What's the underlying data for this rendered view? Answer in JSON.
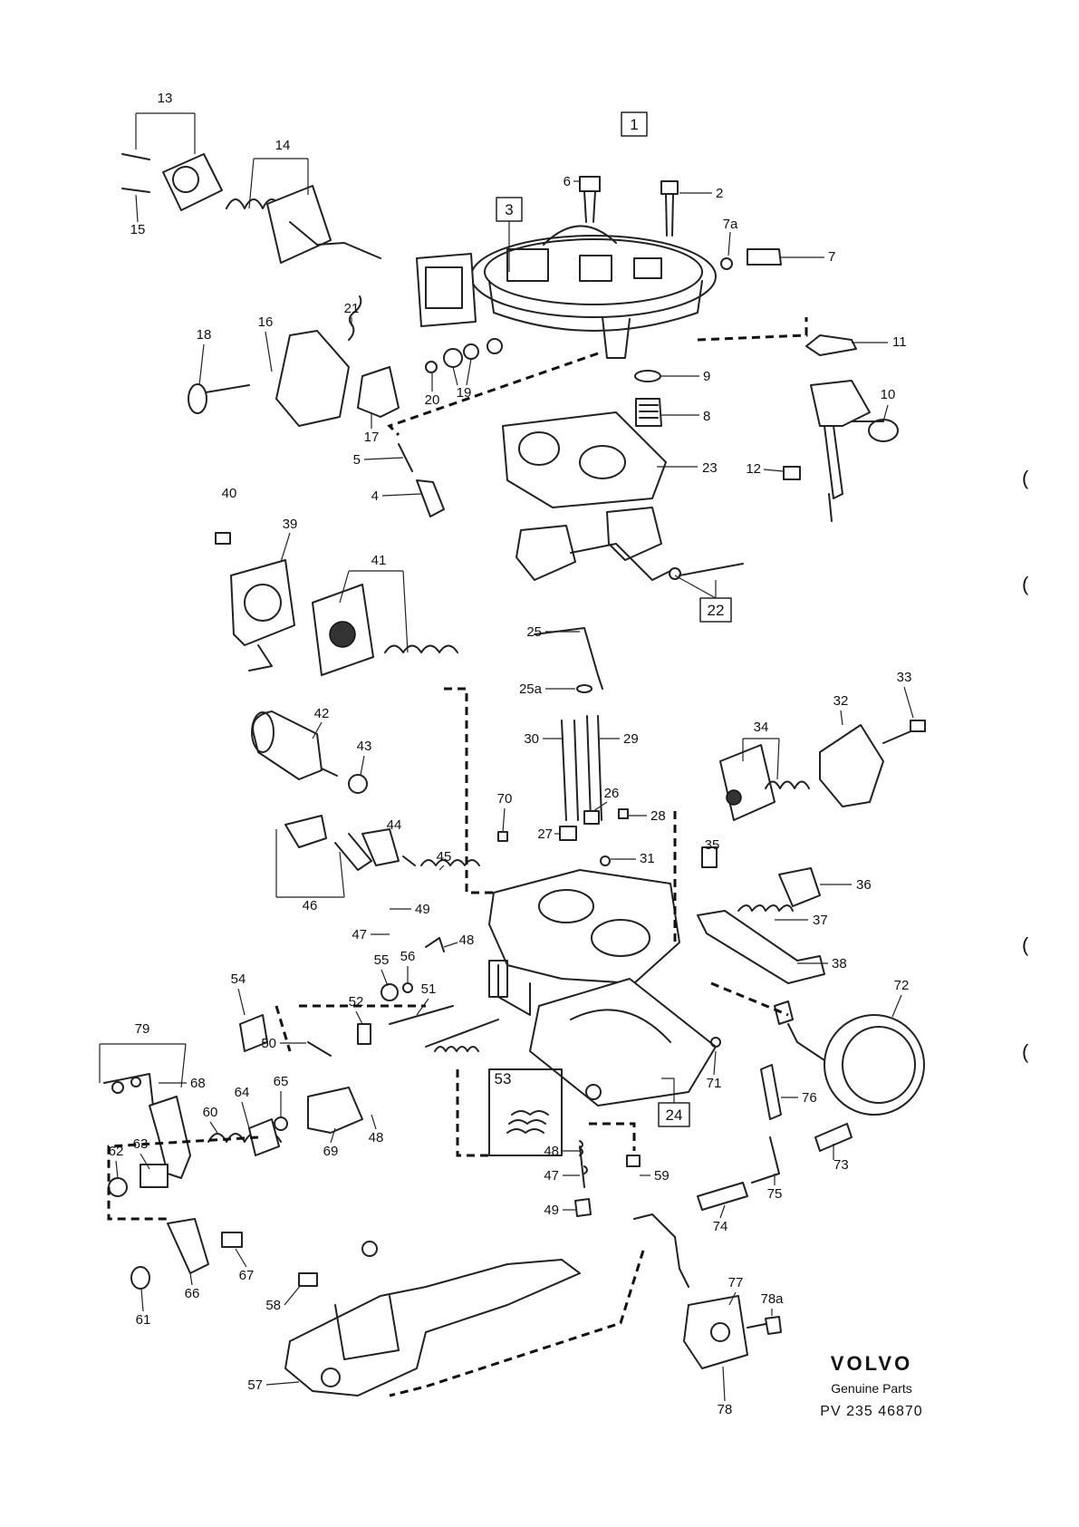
{
  "diagram": {
    "boxed_labels": {
      "group": "1",
      "cover": "3",
      "float": "22",
      "body": "24",
      "spring": "53"
    },
    "callouts": {
      "c2": "2",
      "c4": "4",
      "c5": "5",
      "c6": "6",
      "c7": "7",
      "c7a": "7a",
      "c8": "8",
      "c9": "9",
      "c10": "10",
      "c11": "11",
      "c12": "12",
      "c13": "13",
      "c14": "14",
      "c15": "15",
      "c16": "16",
      "c17": "17",
      "c18": "18",
      "c19": "19",
      "c20": "20",
      "c21": "21",
      "c23": "23",
      "c25": "25",
      "c25a": "25a",
      "c26": "26",
      "c27": "27",
      "c28": "28",
      "c29": "29",
      "c30": "30",
      "c31": "31",
      "c32": "32",
      "c33": "33",
      "c34": "34",
      "c35": "35",
      "c36": "36",
      "c37": "37",
      "c38": "38",
      "c39": "39",
      "c40": "40",
      "c41": "41",
      "c42": "42",
      "c43": "43",
      "c44": "44",
      "c45": "45",
      "c46": "46",
      "c47a": "47",
      "c47b": "47",
      "c48a": "48",
      "c48b": "48",
      "c48c": "48",
      "c49a": "49",
      "c49b": "49",
      "c50": "50",
      "c51": "51",
      "c52": "52",
      "c54": "54",
      "c55": "55",
      "c56": "56",
      "c57": "57",
      "c58": "58",
      "c59": "59",
      "c60": "60",
      "c61": "61",
      "c62": "62",
      "c63": "63",
      "c64": "64",
      "c65": "65",
      "c66": "66",
      "c67": "67",
      "c68": "68",
      "c69": "69",
      "c70": "70",
      "c71": "71",
      "c72": "72",
      "c73": "73",
      "c74": "74",
      "c75": "75",
      "c76": "76",
      "c77": "77",
      "c78": "78",
      "c78a": "78a",
      "c79": "79"
    },
    "edge_marks": [
      "(",
      "(",
      "(",
      "("
    ]
  },
  "branding": {
    "logo": "VOLVO",
    "subtitle": "Genuine Parts",
    "code": "PV 235 46870"
  }
}
